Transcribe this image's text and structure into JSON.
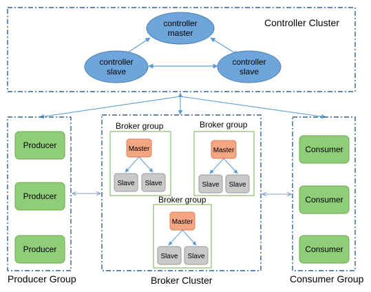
{
  "controller_cluster": {
    "title": "Controller Cluster",
    "master": {
      "line1": "controller",
      "line2": "master"
    },
    "slave_left": {
      "line1": "controller",
      "line2": "slave"
    },
    "slave_right": {
      "line1": "controller",
      "line2": "slave"
    }
  },
  "producer_group": {
    "title": "Producer Group",
    "items": [
      "Producer",
      "Producer",
      "Producer"
    ]
  },
  "broker_cluster": {
    "title": "Broker Cluster",
    "groups": [
      {
        "title": "Broker group",
        "master": "Master",
        "slaves": [
          "Slave",
          "Slave"
        ]
      },
      {
        "title": "Broker group",
        "master": "Master",
        "slaves": [
          "Slave",
          "Slave"
        ]
      },
      {
        "title": "Broker group",
        "master": "Master",
        "slaves": [
          "Slave",
          "Slave"
        ]
      }
    ]
  },
  "consumer_group": {
    "title": "Consumer Group",
    "items": [
      "Consumer",
      "Consumer",
      "Consumer"
    ]
  },
  "colors": {
    "cluster_border": "#2e5f8e",
    "ellipse_fill": "#6ea6dc",
    "ellipse_stroke": "#4a7fb5",
    "arrow": "#5b9bd5",
    "green_fill": "#8fcd79",
    "green_stroke": "#6aa84f",
    "group_border": "#70ad47",
    "master_fill": "#f4a582",
    "master_stroke": "#e07b53",
    "slave_fill": "#c9c9c9",
    "slave_stroke": "#9a9a9a"
  }
}
